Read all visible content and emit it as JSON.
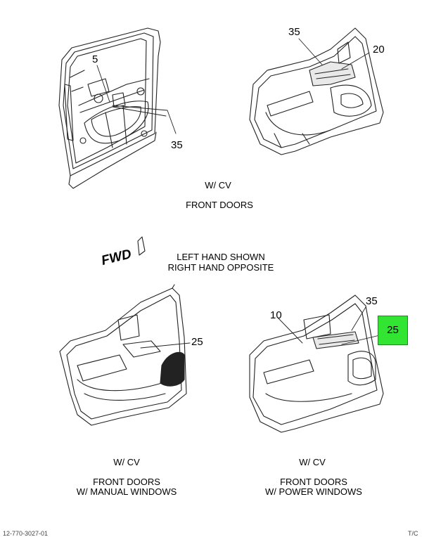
{
  "top": {
    "caption_variant": "W/ CV",
    "caption_title": "FRONT DOORS",
    "left_callouts": [
      "5",
      "35"
    ],
    "right_callouts": [
      "35",
      "20"
    ]
  },
  "middle": {
    "fwd_label": "FWD",
    "note_line1": "LEFT HAND SHOWN",
    "note_line2": "RIGHT HAND OPPOSITE"
  },
  "bottom_left": {
    "callout": "25",
    "caption_variant": "W/ CV",
    "caption_line1": "FRONT DOORS",
    "caption_line2": "W/ MANUAL WINDOWS"
  },
  "bottom_right": {
    "callouts": [
      "10",
      "35"
    ],
    "highlight_callout": "25",
    "highlight_color": "#33e533",
    "caption_variant": "W/ CV",
    "caption_line1": "FRONT DOORS",
    "caption_line2": "W/ POWER WINDOWS"
  },
  "footer": {
    "left": "12-770-3027-01",
    "right": "T/C"
  }
}
